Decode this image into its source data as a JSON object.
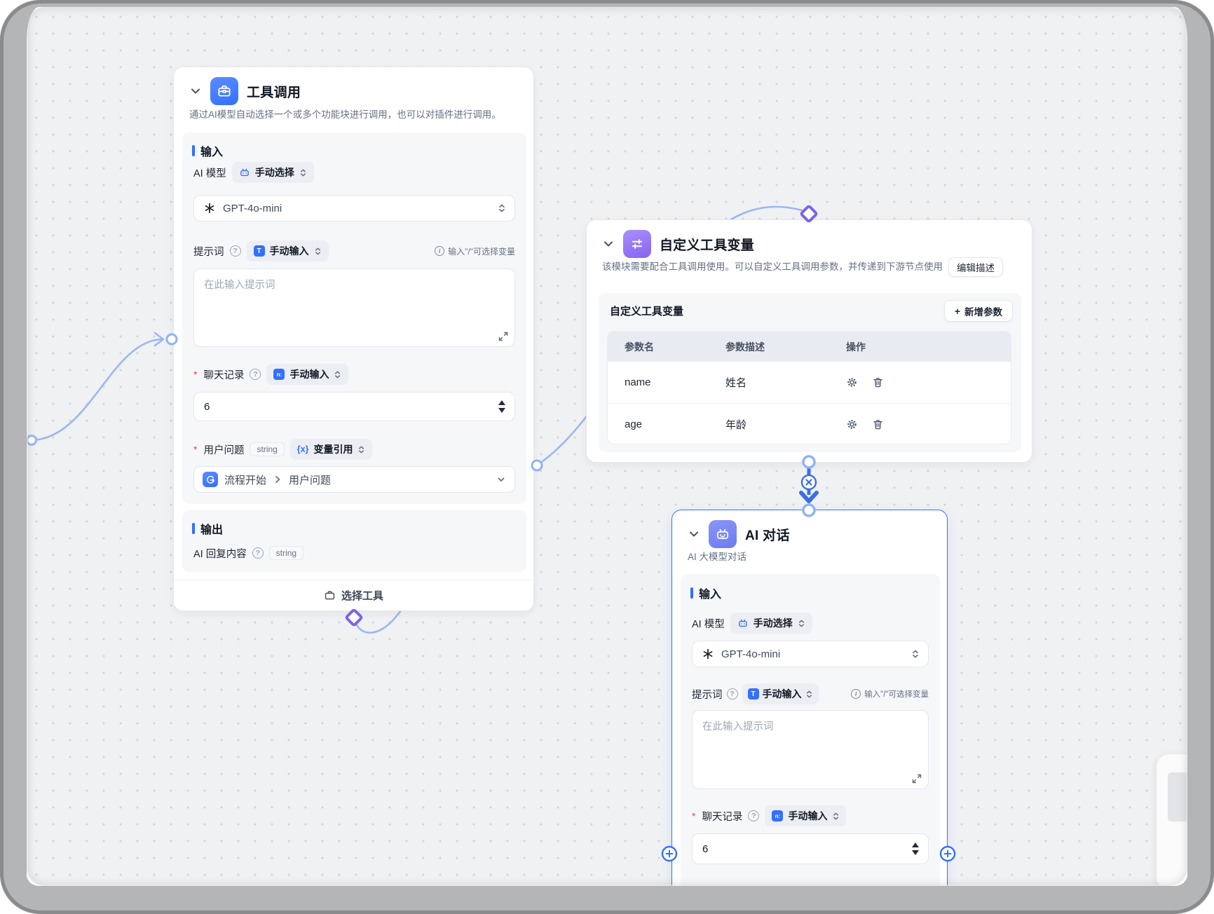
{
  "ui": {
    "required_mark": "*",
    "question_glyph": "?",
    "info_glyph": "i",
    "plus_glyph": "+",
    "variable_glyph": "{x}",
    "text_icon_glyph": "T",
    "history_icon_glyph": "n:"
  },
  "colors": {
    "accent": "#3370FF",
    "tool_handle_purple": "#7C63E8",
    "edge_blue": "#9AB7F3",
    "connector_blue": "#3B6FE0"
  },
  "nodes": {
    "tool_call": {
      "title": "工具调用",
      "description": "通过AI模型自动选择一个或多个功能块进行调用，也可以对插件进行调用。",
      "sections": {
        "input": "输入",
        "output": "输出"
      },
      "ai_model": {
        "label": "AI 模型",
        "mode": "手动选择",
        "value": "GPT-4o-mini"
      },
      "prompt": {
        "label": "提示词",
        "mode": "手动输入",
        "hint": "输入\"/\"可选择变量",
        "placeholder": "在此输入提示词"
      },
      "chat_history": {
        "label": "聊天记录",
        "mode": "手动输入",
        "value": "6"
      },
      "user_question": {
        "label": "用户问题",
        "type": "string",
        "mode": "变量引用",
        "ref_node": "流程开始",
        "ref_field": "用户问题"
      },
      "output_field": {
        "label": "AI 回复内容",
        "type": "string"
      },
      "footer_button": "选择工具"
    },
    "custom_vars": {
      "title": "自定义工具变量",
      "description": "该模块需要配合工具调用使用。可以自定义工具调用参数，并传递到下游节点使用",
      "edit_button": "编辑描述",
      "panel_title": "自定义工具变量",
      "add_button": "新增参数",
      "table": {
        "headers": [
          "参数名",
          "参数描述",
          "操作"
        ],
        "rows": [
          {
            "name": "name",
            "desc": "姓名"
          },
          {
            "name": "age",
            "desc": "年龄"
          }
        ]
      }
    },
    "ai_chat": {
      "title": "AI 对话",
      "subtitle": "AI 大模型对话",
      "sections": {
        "input": "输入"
      },
      "ai_model": {
        "label": "AI 模型",
        "mode": "手动选择",
        "value": "GPT-4o-mini"
      },
      "prompt": {
        "label": "提示词",
        "mode": "手动输入",
        "hint": "输入\"/\"可选择变量",
        "placeholder": "在此输入提示词"
      },
      "chat_history": {
        "label": "聊天记录",
        "mode": "手动输入",
        "value": "6"
      }
    }
  }
}
